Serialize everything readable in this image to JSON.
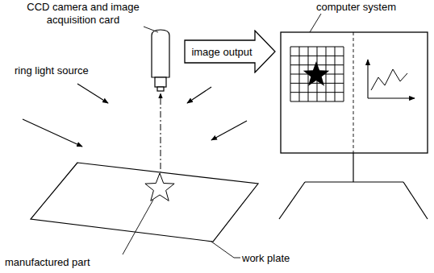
{
  "diagram": {
    "nodes": [
      {
        "text": [
          "image output"
        ]
      }
    ],
    "labels": [
      "CCD camera and image acquisition card",
      "ring light source",
      "manufactured part",
      "work plate",
      "computer system"
    ]
  }
}
